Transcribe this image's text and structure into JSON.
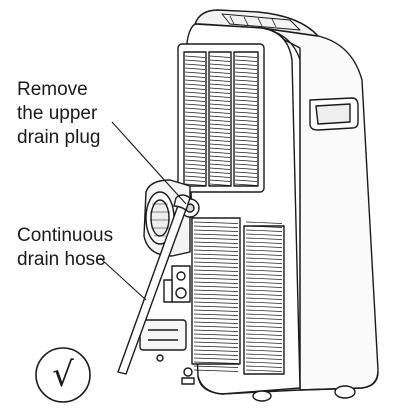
{
  "labels": {
    "drain_plug": [
      "Remove",
      "the upper",
      "drain plug"
    ],
    "drain_hose": [
      "Continuous",
      "drain hose"
    ]
  },
  "check_symbol": "√",
  "colors": {
    "line": "#1a1a1a",
    "fill": "#ffffff",
    "shade": "#e6e6e6"
  }
}
